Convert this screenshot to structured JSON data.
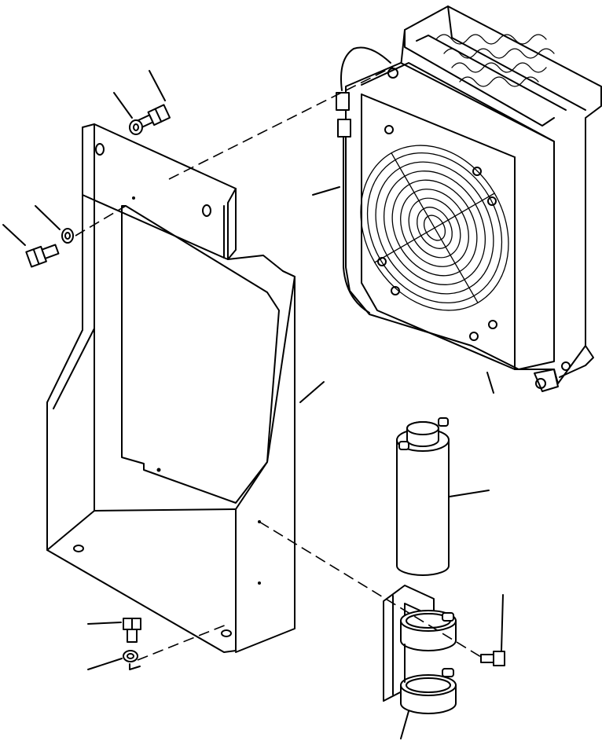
{
  "figure": {
    "kind": "exploded-parts-diagram",
    "background": "#ffffff",
    "line_color": "#000000",
    "parts": [
      {
        "name": "heater-core-fan-assembly"
      },
      {
        "name": "mounting-bracket-housing"
      },
      {
        "name": "cylindrical-filter-canister"
      },
      {
        "name": "clamp-bracket"
      },
      {
        "name": "hex-bolt"
      },
      {
        "name": "lock-washer"
      }
    ],
    "leader_count": 11
  }
}
